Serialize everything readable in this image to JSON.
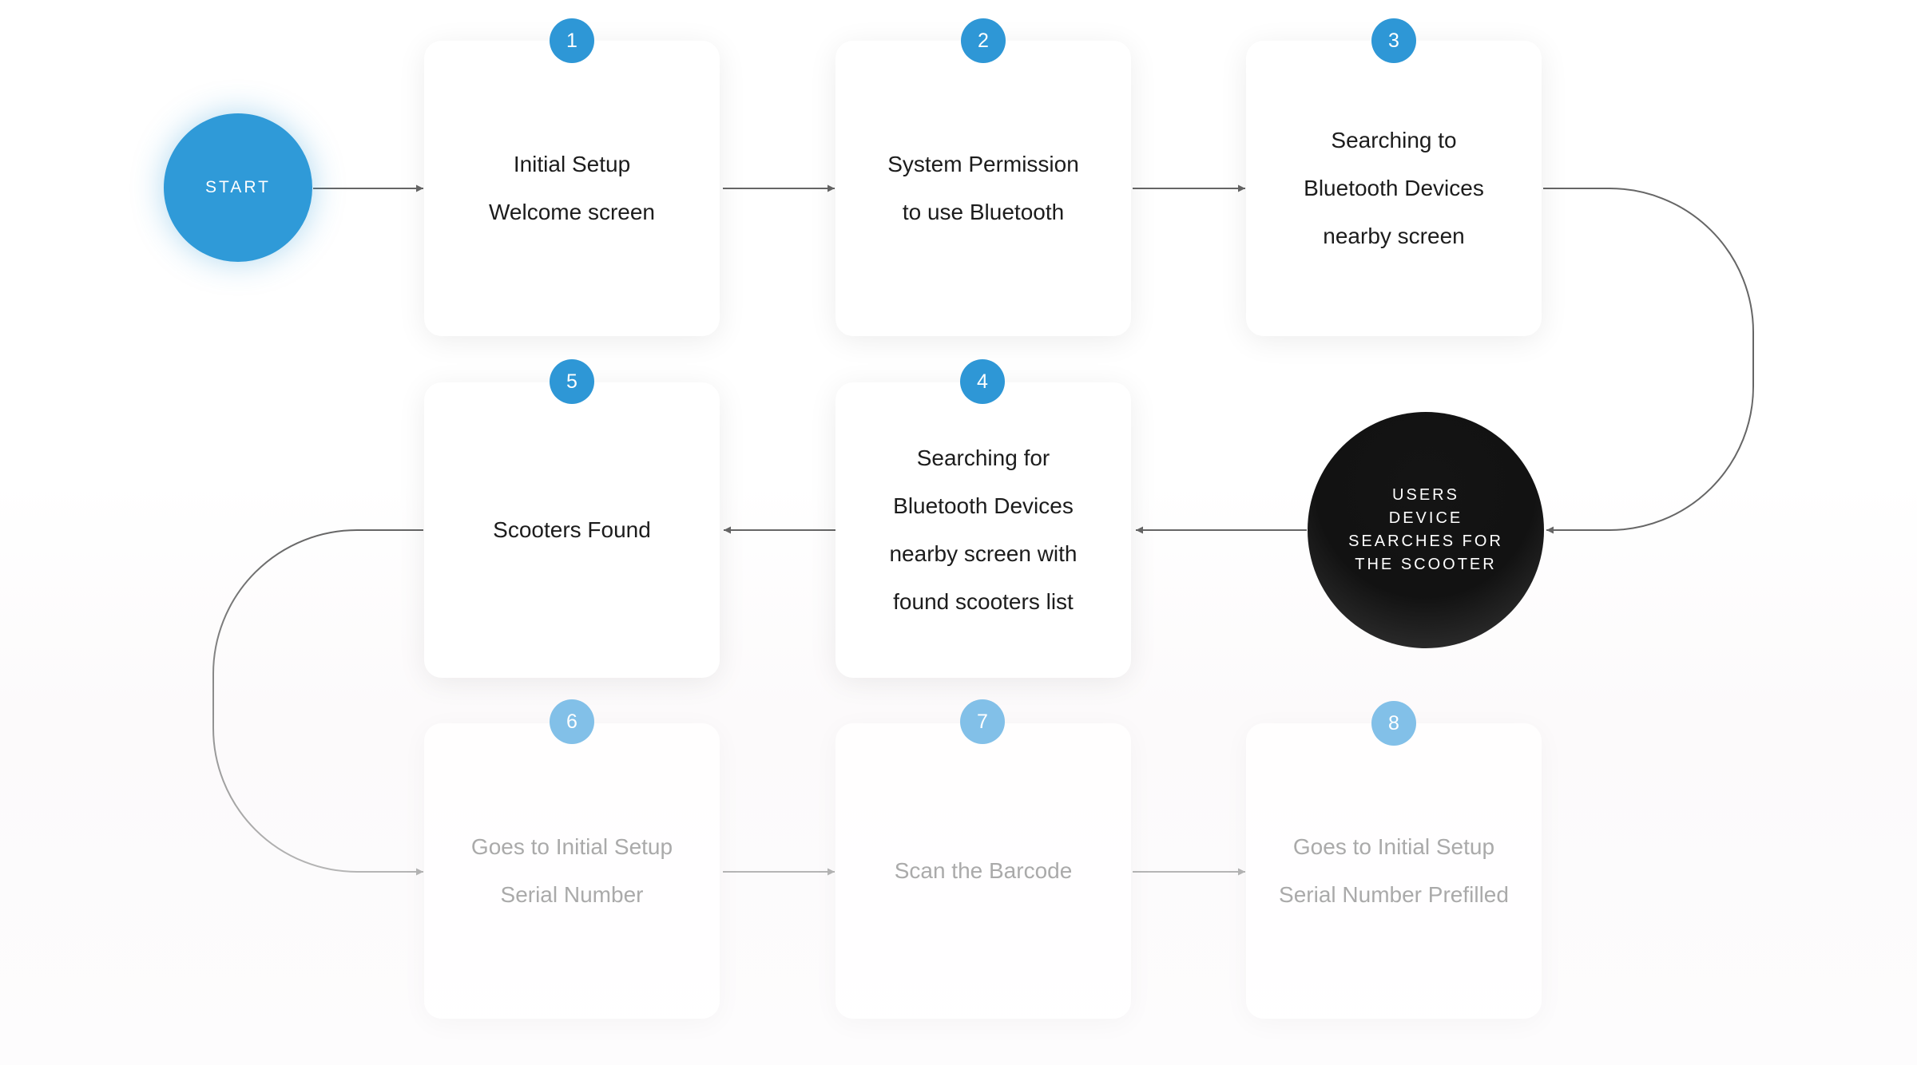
{
  "start": {
    "label": "START"
  },
  "search_node": {
    "lines": [
      "USERS",
      "DEVICE",
      "SEARCHES FOR",
      "THE SCOOTER"
    ]
  },
  "steps": [
    {
      "number": "1",
      "lines": [
        "Initial Setup",
        "Welcome screen"
      ]
    },
    {
      "number": "2",
      "lines": [
        "System Permission",
        "to use Bluetooth"
      ]
    },
    {
      "number": "3",
      "lines": [
        "Searching to",
        "Bluetooth Devices",
        "nearby screen"
      ]
    },
    {
      "number": "4",
      "lines": [
        "Searching for",
        "Bluetooth Devices",
        "nearby screen with",
        "found scooters list"
      ]
    },
    {
      "number": "5",
      "lines": [
        "Scooters Found"
      ]
    },
    {
      "number": "6",
      "lines": [
        "Goes to Initial Setup",
        "Serial Number"
      ]
    },
    {
      "number": "7",
      "lines": [
        "Scan the Barcode"
      ]
    },
    {
      "number": "8",
      "lines": [
        "Goes to Initial Setup",
        "Serial Number Prefilled"
      ]
    }
  ],
  "colors": {
    "accent": "#2e97d6",
    "accent_faded": "#82c0e8",
    "search_node": "#121212",
    "arrow": "#666666",
    "arrow_faded": "#b5b5b5"
  }
}
